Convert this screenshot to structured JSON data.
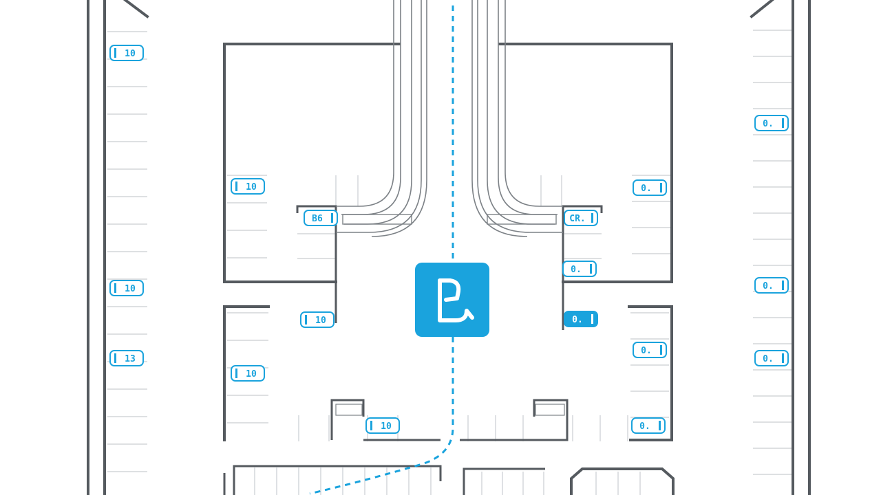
{
  "colors": {
    "accent": "#1aa3dd",
    "wall": "#555a5f",
    "stall_line": "#c9cdd1",
    "background": "#ffffff"
  },
  "center_icon": {
    "name": "accessible-parking-icon"
  },
  "labels": [
    {
      "id": "left-col-1",
      "text": "10",
      "tab": "left",
      "style": "outline"
    },
    {
      "id": "left-col-2",
      "text": "10",
      "tab": "left",
      "style": "outline"
    },
    {
      "id": "left-col-3",
      "text": "13",
      "tab": "left",
      "style": "outline"
    },
    {
      "id": "inner-left-1",
      "text": "10",
      "tab": "left",
      "style": "outline"
    },
    {
      "id": "inner-left-2",
      "text": "B6",
      "tab": "right",
      "style": "outline"
    },
    {
      "id": "inner-left-3",
      "text": "10",
      "tab": "left",
      "style": "outline"
    },
    {
      "id": "inner-left-4",
      "text": "10",
      "tab": "left",
      "style": "outline"
    },
    {
      "id": "inner-left-5",
      "text": "10",
      "tab": "left",
      "style": "outline"
    },
    {
      "id": "inner-right-1",
      "text": "CR.",
      "tab": "right",
      "style": "outline"
    },
    {
      "id": "inner-right-2",
      "text": "0.",
      "tab": "right",
      "style": "outline"
    },
    {
      "id": "inner-right-3",
      "text": "0.",
      "tab": "right",
      "style": "filled"
    },
    {
      "id": "inner-right-4",
      "text": "0.",
      "tab": "right",
      "style": "outline"
    },
    {
      "id": "inner-right-5",
      "text": "0.",
      "tab": "right",
      "style": "outline"
    },
    {
      "id": "inner-right-6",
      "text": "0.",
      "tab": "right",
      "style": "outline"
    },
    {
      "id": "right-col-1",
      "text": "0.",
      "tab": "right",
      "style": "outline"
    },
    {
      "id": "right-col-2",
      "text": "0.",
      "tab": "right",
      "style": "outline"
    },
    {
      "id": "right-col-3",
      "text": "0.",
      "tab": "right",
      "style": "outline"
    }
  ]
}
